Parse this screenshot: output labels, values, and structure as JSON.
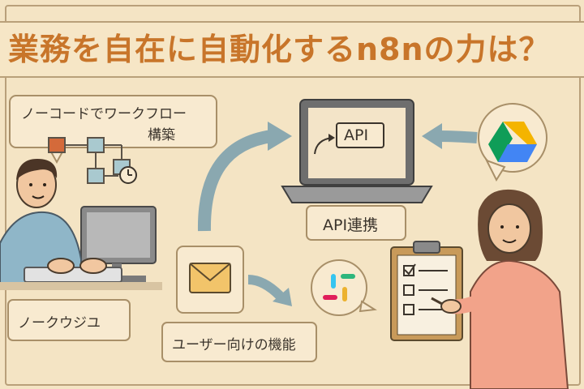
{
  "title": "業務を自在に自動化するn8nの力は？",
  "labels": {
    "nocode_line1": "ノーコードでワークフロー",
    "nocode_line2": "構築",
    "api_screen": "API",
    "api_integration": "API連携",
    "bottom_left": "ノークウジユ",
    "user_features": "ユーザー向けの機能"
  },
  "icons": [
    "flowchart-icon",
    "clock-icon",
    "laptop-icon",
    "google-drive-icon",
    "email-icon",
    "slack-icon",
    "checklist-icon",
    "man-at-computer",
    "woman-pointing"
  ]
}
